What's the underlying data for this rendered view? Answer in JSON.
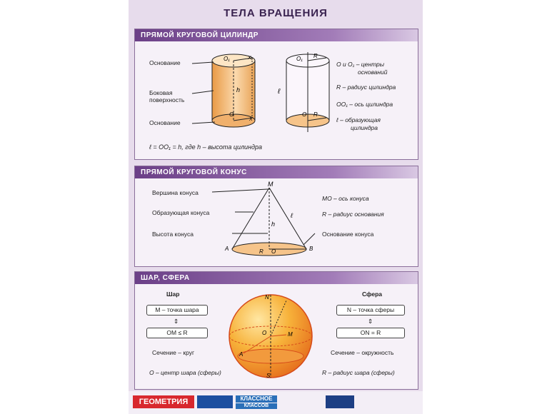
{
  "poster": {
    "title": "ТЕЛА ВРАЩЕНИЯ",
    "cylinder": {
      "header": "ПРЯМОЙ КРУГОВОЙ ЦИЛИНДР",
      "label_base_top": "Основание",
      "label_lateral_1": "Боковая",
      "label_lateral_2": "поверхность",
      "label_base_bottom": "Основание",
      "def_centers_1": "O и O₁ – центры",
      "def_centers_2": "оснований",
      "def_radius": "R – радиус цилиндра",
      "def_axis": "OO₁ – ось цилиндра",
      "def_generator_1": "ℓ – образующая",
      "def_generator_2": "цилиндра",
      "formula": "ℓ = OO₁ = h,  где h – высота цилиндра",
      "pt_o1": "O₁",
      "pt_o": "O",
      "pt_h": "h",
      "pt_x1": "X₁",
      "pt_x": "X",
      "pt_l": "ℓ",
      "pt_r": "R"
    },
    "cone": {
      "header": "ПРЯМОЙ КРУГОВОЙ КОНУС",
      "label_vertex": "Вершина конуса",
      "label_generator": "Образующая конуса",
      "label_height": "Высота конуса",
      "label_base": "Основание конуса",
      "def_axis": "MO – ось конуса",
      "def_radius": "R – радиус основания",
      "pt_m": "M",
      "pt_a": "A",
      "pt_b": "B",
      "pt_o": "O",
      "pt_r": "R",
      "pt_h": "h",
      "pt_l": "ℓ"
    },
    "sphere": {
      "header": "ШАР, СФЕРА",
      "ball_title": "Шар",
      "ball_point": "M – точка шара",
      "ball_cond": "OM ≤ R",
      "ball_section": "Сечение – круг",
      "ball_center": "O – центр шара (сферы)",
      "sphere_title": "Сфера",
      "sphere_point": "N – точка сферы",
      "sphere_cond": "ON = R",
      "sphere_section": "Сечение – окружность",
      "sphere_radius": "R – радиус шара (сферы)",
      "arrow": "⇕",
      "pt_n": "N",
      "pt_o": "O",
      "pt_m": "M",
      "pt_a": "A",
      "pt_s": "S"
    },
    "footer": {
      "geometry": "ГЕОМЕТРИЯ",
      "badge": "КЛАССНОЕ",
      "badge_sub": "КЛАССОВ"
    }
  }
}
